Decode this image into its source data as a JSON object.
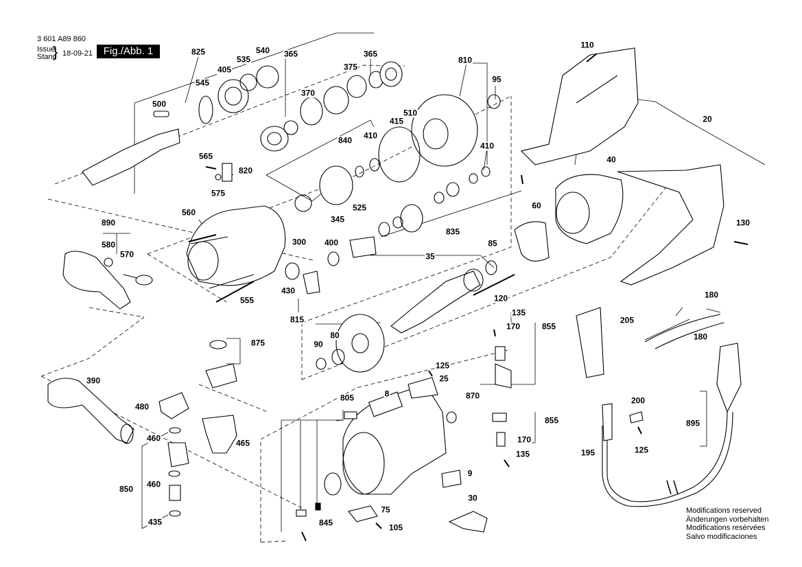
{
  "header": {
    "doc_number": "3 601 A89 860",
    "issue_label": "Issue",
    "stand_label": "Stand",
    "date": "18-09-21",
    "figure": "Fig./Abb. 1"
  },
  "notes": [
    "Modifications reserved",
    "Änderungen vorbehalten",
    "Modifications resérvées",
    "Salvo modificaciones"
  ],
  "parts": [
    "825",
    "540",
    "365",
    "535",
    "365",
    "405",
    "375",
    "545",
    "370",
    "500",
    "840",
    "510",
    "415",
    "410",
    "810",
    "95",
    "110",
    "20",
    "565",
    "820",
    "575",
    "525",
    "410",
    "345",
    "40",
    "560",
    "300",
    "890",
    "580",
    "570",
    "400",
    "835",
    "60",
    "130",
    "85",
    "35",
    "430",
    "555",
    "120",
    "815",
    "135",
    "170",
    "855",
    "205",
    "180",
    "180",
    "90",
    "80",
    "875",
    "125",
    "25",
    "390",
    "8",
    "870",
    "805",
    "200",
    "480",
    "460",
    "465",
    "855",
    "170",
    "895",
    "125",
    "195",
    "135",
    "9",
    "850",
    "460",
    "30",
    "75",
    "435",
    "845",
    "105"
  ]
}
